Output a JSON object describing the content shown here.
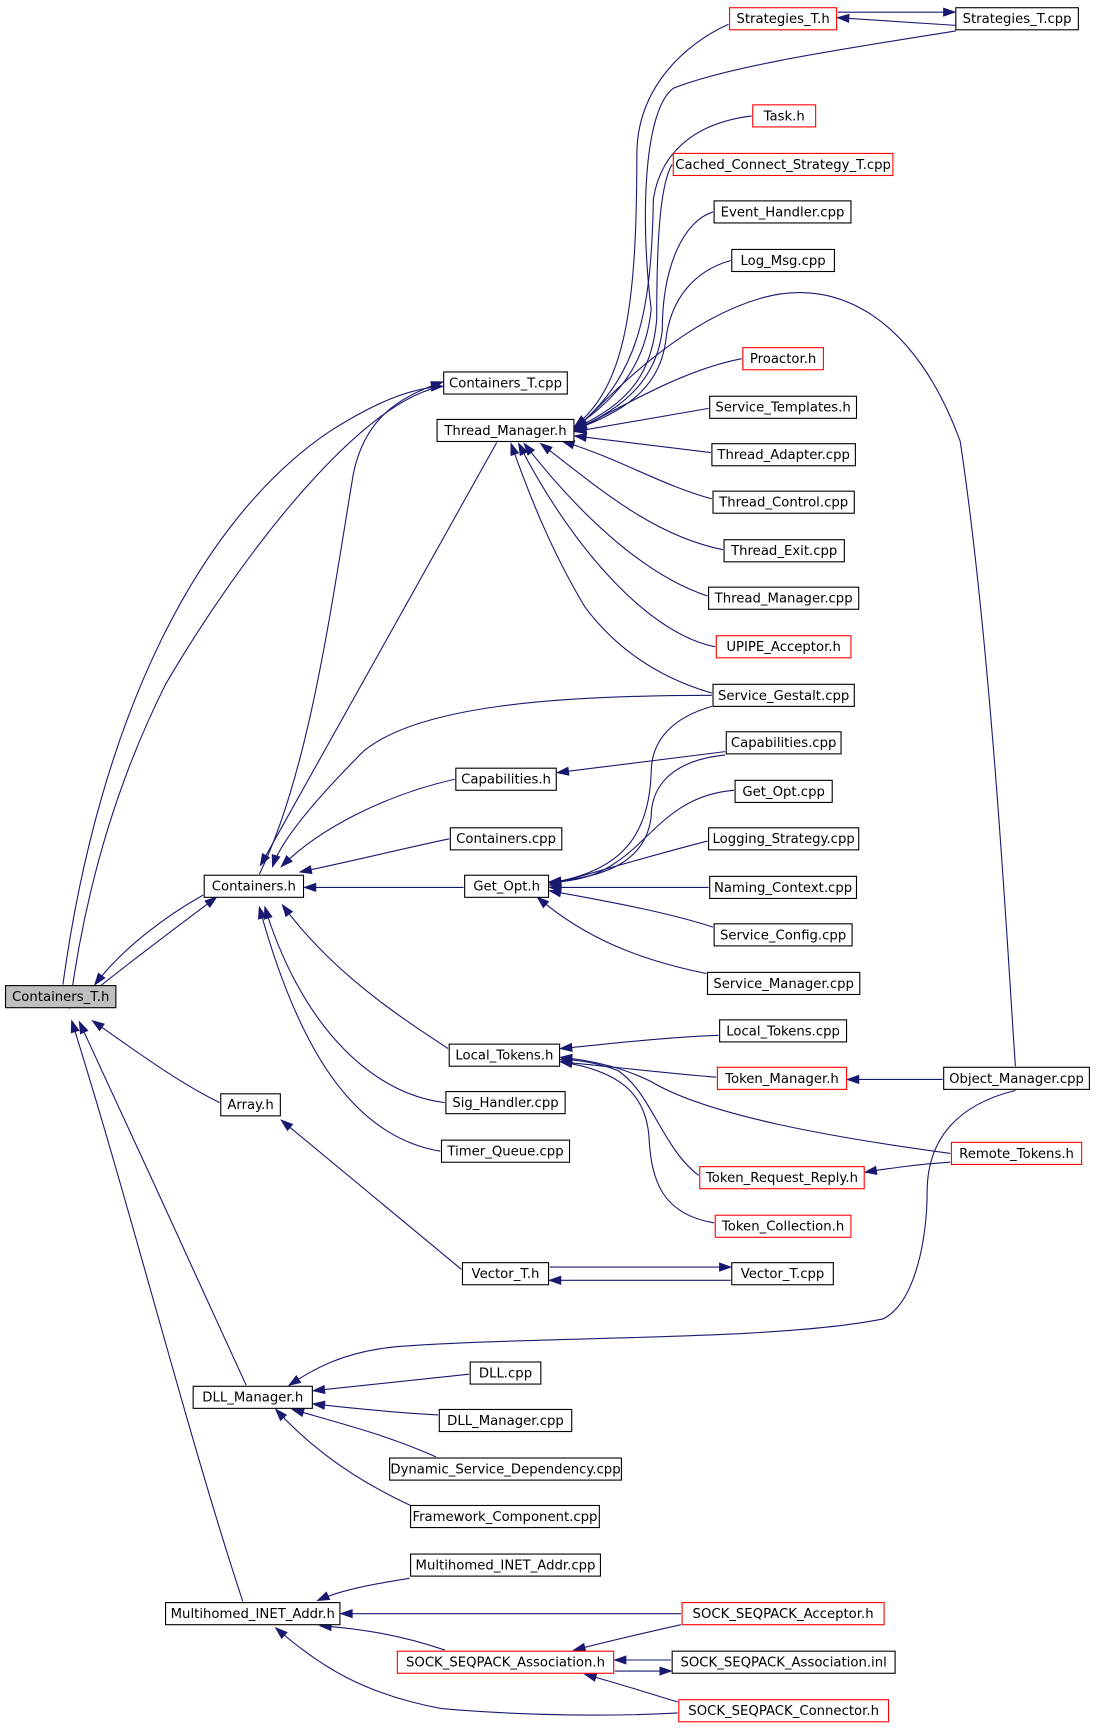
{
  "graph": {
    "colors": {
      "edge": "#191970",
      "border_normal": "#000000",
      "border_truncated": "#ff0000",
      "fill_root": "#bfbfbf",
      "fill_normal": "#ffffff"
    },
    "root": "Containers_T.h",
    "nodes": [
      {
        "id": "strategies_t_h",
        "label": "Strategies_T.h",
        "style": "truncated"
      },
      {
        "id": "strategies_t_cpp",
        "label": "Strategies_T.cpp",
        "style": "normal"
      },
      {
        "id": "task_h",
        "label": "Task.h",
        "style": "truncated"
      },
      {
        "id": "cached_connect",
        "label": "Cached_Connect_Strategy_T.cpp",
        "style": "truncated"
      },
      {
        "id": "event_handler",
        "label": "Event_Handler.cpp",
        "style": "normal"
      },
      {
        "id": "log_msg",
        "label": "Log_Msg.cpp",
        "style": "normal"
      },
      {
        "id": "proactor_h",
        "label": "Proactor.h",
        "style": "truncated"
      },
      {
        "id": "containers_t_cpp",
        "label": "Containers_T.cpp",
        "style": "normal"
      },
      {
        "id": "service_templates",
        "label": "Service_Templates.h",
        "style": "normal"
      },
      {
        "id": "thread_manager_h",
        "label": "Thread_Manager.h",
        "style": "normal"
      },
      {
        "id": "thread_adapter",
        "label": "Thread_Adapter.cpp",
        "style": "normal"
      },
      {
        "id": "thread_control",
        "label": "Thread_Control.cpp",
        "style": "normal"
      },
      {
        "id": "thread_exit",
        "label": "Thread_Exit.cpp",
        "style": "normal"
      },
      {
        "id": "thread_manager_cpp",
        "label": "Thread_Manager.cpp",
        "style": "normal"
      },
      {
        "id": "upipe_acceptor",
        "label": "UPIPE_Acceptor.h",
        "style": "truncated"
      },
      {
        "id": "service_gestalt",
        "label": "Service_Gestalt.cpp",
        "style": "normal"
      },
      {
        "id": "capabilities_cpp",
        "label": "Capabilities.cpp",
        "style": "normal"
      },
      {
        "id": "capabilities_h",
        "label": "Capabilities.h",
        "style": "normal"
      },
      {
        "id": "get_opt_cpp",
        "label": "Get_Opt.cpp",
        "style": "normal"
      },
      {
        "id": "containers_cpp",
        "label": "Containers.cpp",
        "style": "normal"
      },
      {
        "id": "logging_strategy",
        "label": "Logging_Strategy.cpp",
        "style": "normal"
      },
      {
        "id": "containers_h",
        "label": "Containers.h",
        "style": "normal"
      },
      {
        "id": "get_opt_h",
        "label": "Get_Opt.h",
        "style": "normal"
      },
      {
        "id": "naming_context",
        "label": "Naming_Context.cpp",
        "style": "normal"
      },
      {
        "id": "service_config",
        "label": "Service_Config.cpp",
        "style": "normal"
      },
      {
        "id": "containers_t_h",
        "label": "Containers_T.h",
        "style": "root"
      },
      {
        "id": "service_manager",
        "label": "Service_Manager.cpp",
        "style": "normal"
      },
      {
        "id": "local_tokens_cpp",
        "label": "Local_Tokens.cpp",
        "style": "normal"
      },
      {
        "id": "local_tokens_h",
        "label": "Local_Tokens.h",
        "style": "normal"
      },
      {
        "id": "token_manager",
        "label": "Token_Manager.h",
        "style": "truncated"
      },
      {
        "id": "object_manager",
        "label": "Object_Manager.cpp",
        "style": "normal"
      },
      {
        "id": "sig_handler",
        "label": "Sig_Handler.cpp",
        "style": "normal"
      },
      {
        "id": "array_h",
        "label": "Array.h",
        "style": "normal"
      },
      {
        "id": "timer_queue",
        "label": "Timer_Queue.cpp",
        "style": "normal"
      },
      {
        "id": "remote_tokens",
        "label": "Remote_Tokens.h",
        "style": "truncated"
      },
      {
        "id": "token_request_reply",
        "label": "Token_Request_Reply.h",
        "style": "truncated"
      },
      {
        "id": "token_collection",
        "label": "Token_Collection.h",
        "style": "truncated"
      },
      {
        "id": "vector_t_h",
        "label": "Vector_T.h",
        "style": "normal"
      },
      {
        "id": "vector_t_cpp",
        "label": "Vector_T.cpp",
        "style": "normal"
      },
      {
        "id": "dll_cpp",
        "label": "DLL.cpp",
        "style": "normal"
      },
      {
        "id": "dll_manager_h",
        "label": "DLL_Manager.h",
        "style": "normal"
      },
      {
        "id": "dll_manager_cpp",
        "label": "DLL_Manager.cpp",
        "style": "normal"
      },
      {
        "id": "dynamic_service_dependency",
        "label": "Dynamic_Service_Dependency.cpp",
        "style": "normal"
      },
      {
        "id": "framework_component",
        "label": "Framework_Component.cpp",
        "style": "normal"
      },
      {
        "id": "multihomed_inet_addr_cpp",
        "label": "Multihomed_INET_Addr.cpp",
        "style": "normal"
      },
      {
        "id": "multihomed_inet_addr_h",
        "label": "Multihomed_INET_Addr.h",
        "style": "normal"
      },
      {
        "id": "sock_seqpack_acceptor",
        "label": "SOCK_SEQPACK_Acceptor.h",
        "style": "truncated"
      },
      {
        "id": "sock_seqpack_association_h",
        "label": "SOCK_SEQPACK_Association.h",
        "style": "truncated"
      },
      {
        "id": "sock_seqpack_association_inl",
        "label": "SOCK_SEQPACK_Association.inl",
        "style": "normal"
      },
      {
        "id": "sock_seqpack_connector",
        "label": "SOCK_SEQPACK_Connector.h",
        "style": "truncated"
      }
    ],
    "edges": [
      {
        "from": "strategies_t_cpp",
        "to": "strategies_t_h"
      },
      {
        "from": "strategies_t_h",
        "to": "strategies_t_cpp"
      },
      {
        "from": "strategies_t_h",
        "to": "thread_manager_h"
      },
      {
        "from": "strategies_t_cpp",
        "to": "thread_manager_h"
      },
      {
        "from": "task_h",
        "to": "thread_manager_h"
      },
      {
        "from": "cached_connect",
        "to": "thread_manager_h"
      },
      {
        "from": "event_handler",
        "to": "thread_manager_h"
      },
      {
        "from": "log_msg",
        "to": "thread_manager_h"
      },
      {
        "from": "object_manager",
        "to": "thread_manager_h"
      },
      {
        "from": "proactor_h",
        "to": "thread_manager_h"
      },
      {
        "from": "service_templates",
        "to": "thread_manager_h"
      },
      {
        "from": "thread_adapter",
        "to": "thread_manager_h"
      },
      {
        "from": "thread_control",
        "to": "thread_manager_h"
      },
      {
        "from": "thread_exit",
        "to": "thread_manager_h"
      },
      {
        "from": "thread_manager_cpp",
        "to": "thread_manager_h"
      },
      {
        "from": "upipe_acceptor",
        "to": "thread_manager_h"
      },
      {
        "from": "service_gestalt",
        "to": "thread_manager_h"
      },
      {
        "from": "containers_t_h",
        "to": "containers_t_cpp"
      },
      {
        "from": "containers_h",
        "to": "containers_t_cpp"
      },
      {
        "from": "containers_t_cpp",
        "to": "containers_t_h"
      },
      {
        "from": "thread_manager_h",
        "to": "containers_h"
      },
      {
        "from": "service_gestalt",
        "to": "containers_h"
      },
      {
        "from": "capabilities_h",
        "to": "containers_h"
      },
      {
        "from": "containers_cpp",
        "to": "containers_h"
      },
      {
        "from": "get_opt_h",
        "to": "containers_h"
      },
      {
        "from": "local_tokens_h",
        "to": "containers_h"
      },
      {
        "from": "sig_handler",
        "to": "containers_h"
      },
      {
        "from": "timer_queue",
        "to": "containers_h"
      },
      {
        "from": "containers_h",
        "to": "containers_t_h"
      },
      {
        "from": "containers_t_h",
        "to": "containers_h"
      },
      {
        "from": "capabilities_cpp",
        "to": "capabilities_h"
      },
      {
        "from": "service_gestalt",
        "to": "get_opt_h"
      },
      {
        "from": "capabilities_cpp",
        "to": "get_opt_h"
      },
      {
        "from": "get_opt_cpp",
        "to": "get_opt_h"
      },
      {
        "from": "logging_strategy",
        "to": "get_opt_h"
      },
      {
        "from": "naming_context",
        "to": "get_opt_h"
      },
      {
        "from": "service_config",
        "to": "get_opt_h"
      },
      {
        "from": "service_manager",
        "to": "get_opt_h"
      },
      {
        "from": "local_tokens_cpp",
        "to": "local_tokens_h"
      },
      {
        "from": "token_manager",
        "to": "local_tokens_h"
      },
      {
        "from": "remote_tokens",
        "to": "local_tokens_h"
      },
      {
        "from": "token_request_reply",
        "to": "local_tokens_h"
      },
      {
        "from": "token_collection",
        "to": "local_tokens_h"
      },
      {
        "from": "object_manager",
        "to": "token_manager"
      },
      {
        "from": "remote_tokens",
        "to": "token_request_reply"
      },
      {
        "from": "array_h",
        "to": "containers_t_h"
      },
      {
        "from": "vector_t_h",
        "to": "array_h"
      },
      {
        "from": "vector_t_h",
        "to": "vector_t_cpp"
      },
      {
        "from": "vector_t_cpp",
        "to": "vector_t_h"
      },
      {
        "from": "dll_manager_h",
        "to": "containers_t_h"
      },
      {
        "from": "object_manager",
        "to": "dll_manager_h"
      },
      {
        "from": "dll_cpp",
        "to": "dll_manager_h"
      },
      {
        "from": "dll_manager_cpp",
        "to": "dll_manager_h"
      },
      {
        "from": "dynamic_service_dependency",
        "to": "dll_manager_h"
      },
      {
        "from": "framework_component",
        "to": "dll_manager_h"
      },
      {
        "from": "multihomed_inet_addr_h",
        "to": "containers_t_h"
      },
      {
        "from": "multihomed_inet_addr_cpp",
        "to": "multihomed_inet_addr_h"
      },
      {
        "from": "sock_seqpack_acceptor",
        "to": "multihomed_inet_addr_h"
      },
      {
        "from": "sock_seqpack_association_h",
        "to": "multihomed_inet_addr_h"
      },
      {
        "from": "sock_seqpack_connector",
        "to": "multihomed_inet_addr_h"
      },
      {
        "from": "sock_seqpack_acceptor",
        "to": "sock_seqpack_association_h"
      },
      {
        "from": "sock_seqpack_association_inl",
        "to": "sock_seqpack_association_h"
      },
      {
        "from": "sock_seqpack_association_h",
        "to": "sock_seqpack_association_inl"
      },
      {
        "from": "sock_seqpack_connector",
        "to": "sock_seqpack_association_h"
      }
    ]
  }
}
